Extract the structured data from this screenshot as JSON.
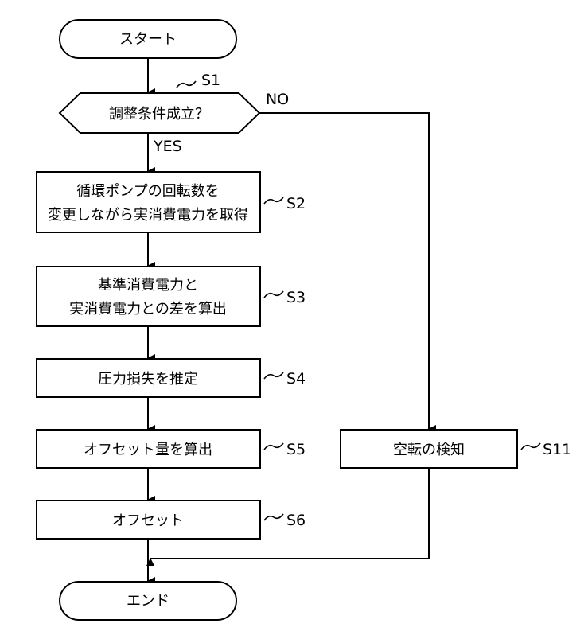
{
  "flowchart": {
    "start": "スタート",
    "end": "エンド",
    "decision": {
      "step": "S1",
      "text": "調整条件成立？",
      "yes": "YES",
      "no": "NO"
    },
    "steps": [
      {
        "id": "S2",
        "lines": [
          "循環ポンプの回転数を",
          "変更しながら実消費電力を取得"
        ]
      },
      {
        "id": "S3",
        "lines": [
          "基準消費電力と",
          "実消費電力との差を算出"
        ]
      },
      {
        "id": "S4",
        "lines": [
          "圧力損失を推定"
        ]
      },
      {
        "id": "S5",
        "lines": [
          "オフセット量を算出"
        ]
      },
      {
        "id": "S6",
        "lines": [
          "オフセット"
        ]
      }
    ],
    "branch_step": {
      "id": "S11",
      "lines": [
        "空転の検知"
      ]
    }
  }
}
